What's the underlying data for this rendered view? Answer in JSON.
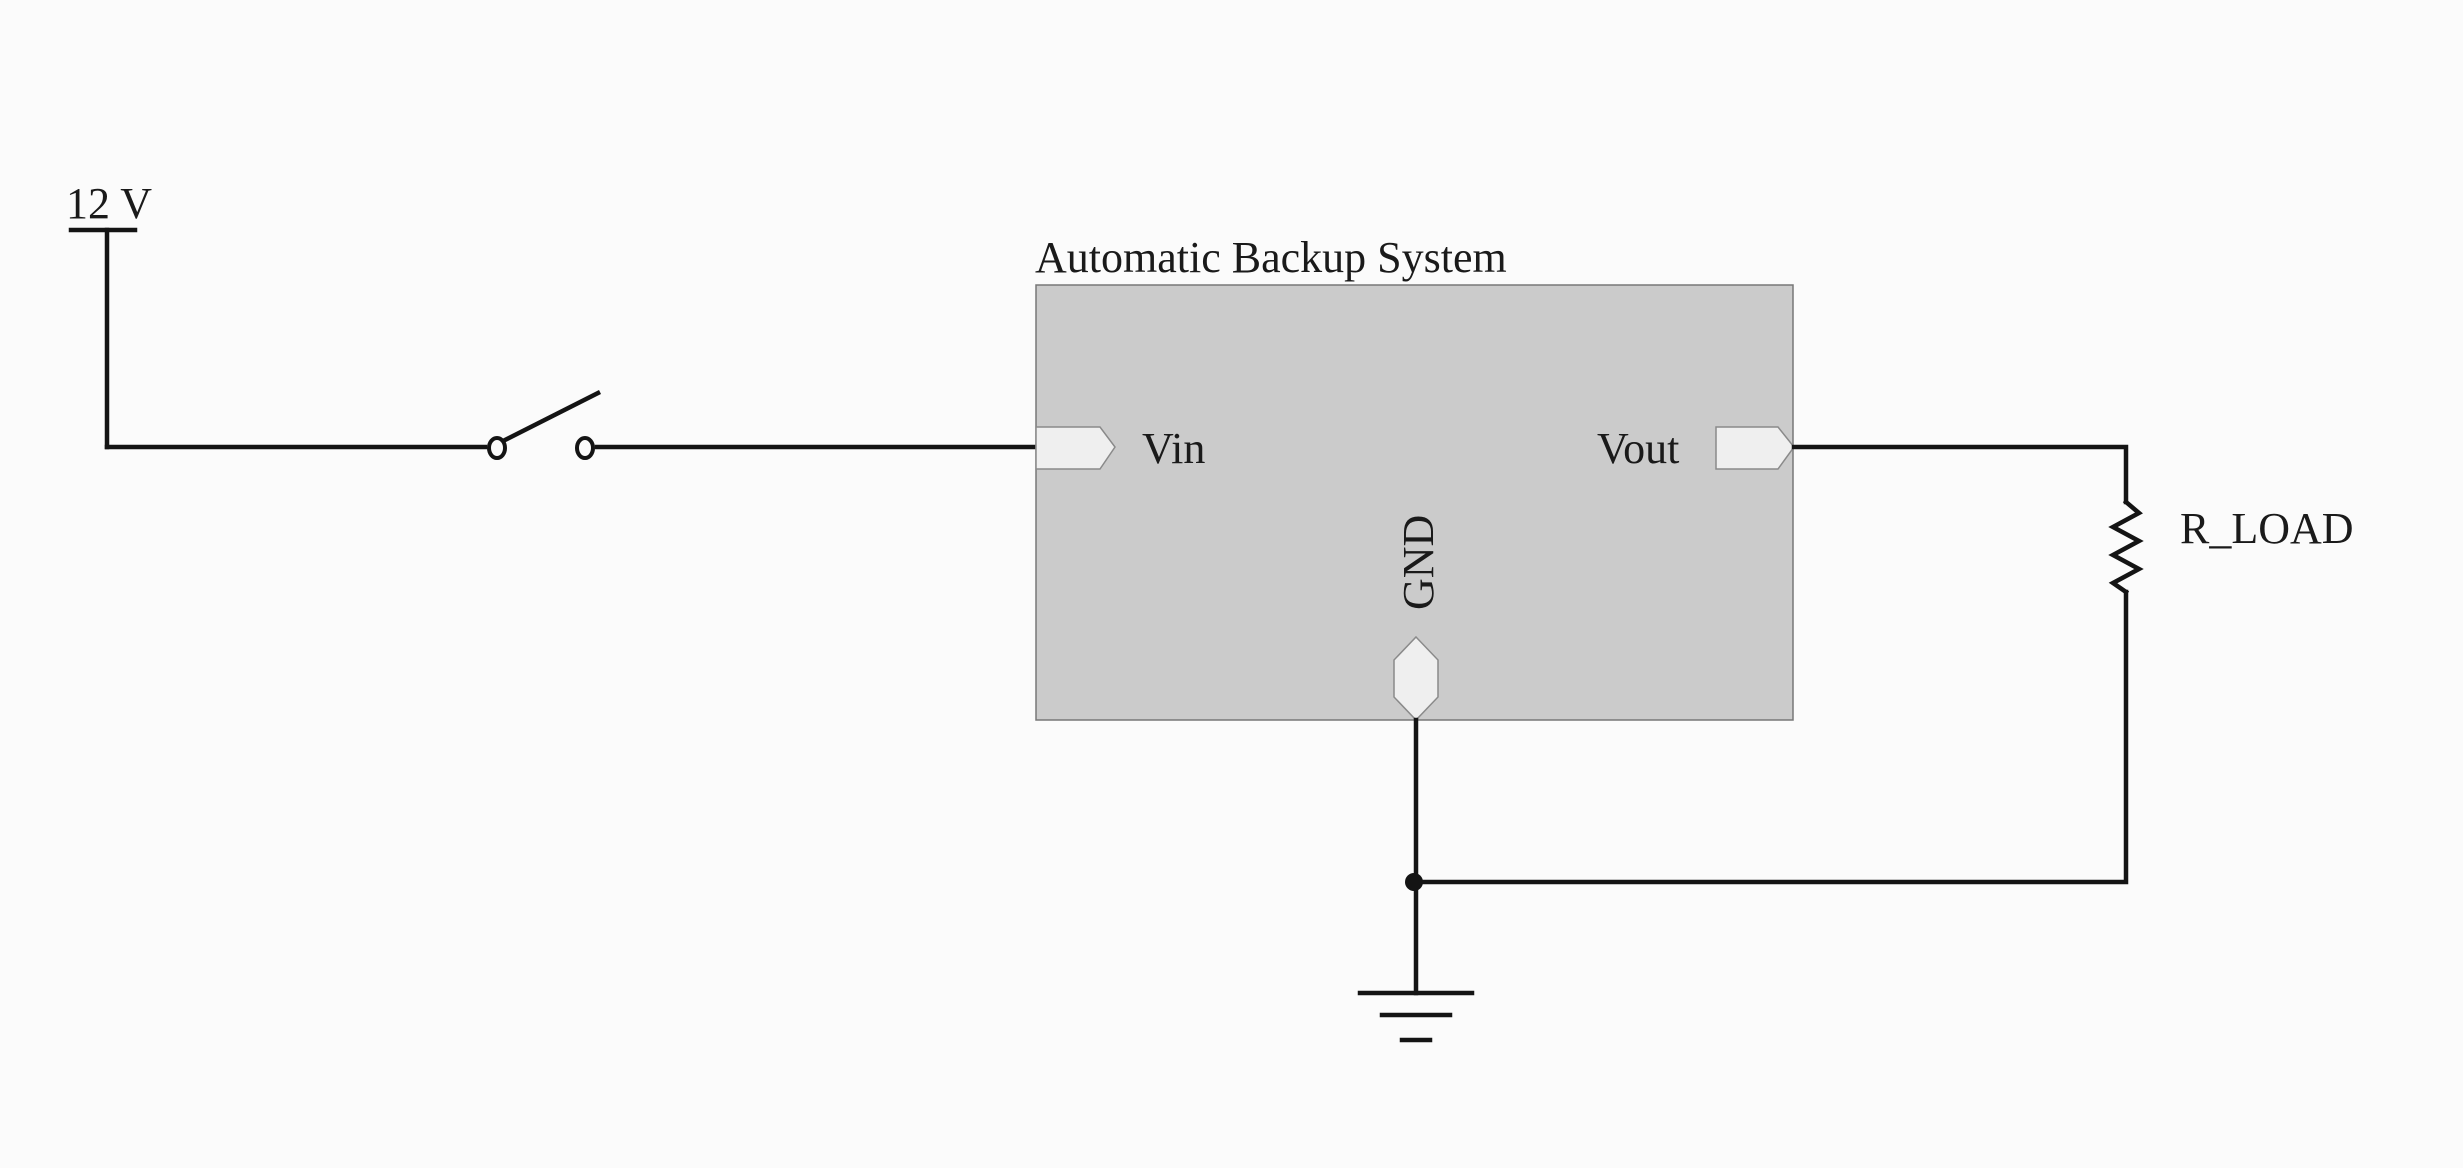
{
  "diagram": {
    "type": "circuit-schematic",
    "supply": {
      "label": "12 V",
      "symbol": "supply-rail-icon"
    },
    "switch": {
      "symbol": "spst-switch-icon",
      "state": "open"
    },
    "block": {
      "title": "Automatic Backup System",
      "pins": {
        "input": "Vin",
        "output": "Vout",
        "ground": "GND"
      }
    },
    "load": {
      "label": "R_LOAD",
      "symbol": "resistor-icon"
    },
    "ground": {
      "symbol": "ground-icon"
    },
    "connections": [
      [
        "supply",
        "switch"
      ],
      [
        "switch",
        "block.Vin"
      ],
      [
        "block.Vout",
        "load"
      ],
      [
        "load",
        "ground"
      ],
      [
        "block.GND",
        "ground"
      ]
    ],
    "colors": {
      "background": "#fbfbfb",
      "wire": "#141414",
      "block_fill": "#cbcbcb",
      "port_fill": "#efefef"
    }
  }
}
